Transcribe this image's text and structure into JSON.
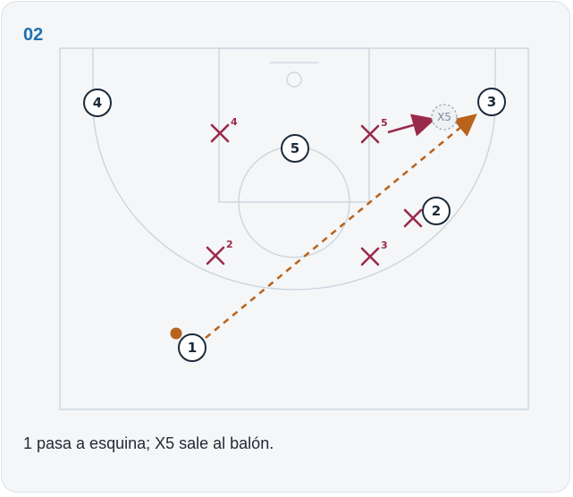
{
  "play": {
    "number": "02",
    "caption": "1 pasa a esquina; X5 sale al balón."
  },
  "offense": [
    {
      "id": "o1",
      "label": "1"
    },
    {
      "id": "o2",
      "label": "2"
    },
    {
      "id": "o3",
      "label": "3"
    },
    {
      "id": "o4",
      "label": "4"
    },
    {
      "id": "o5",
      "label": "5"
    }
  ],
  "defense": [
    {
      "id": "x1",
      "label": "1"
    },
    {
      "id": "x2",
      "label": "2"
    },
    {
      "id": "x3",
      "label": "3"
    },
    {
      "id": "x4",
      "label": "4"
    },
    {
      "id": "x5",
      "label": "5"
    }
  ],
  "ghost": {
    "label": "X5"
  },
  "colors": {
    "accent": "#1f6fb0",
    "defense": "#9a2a4a",
    "pass": "#b8621b",
    "court_lines": "#c9d3dd",
    "offense_stroke": "#1b2a3a"
  }
}
